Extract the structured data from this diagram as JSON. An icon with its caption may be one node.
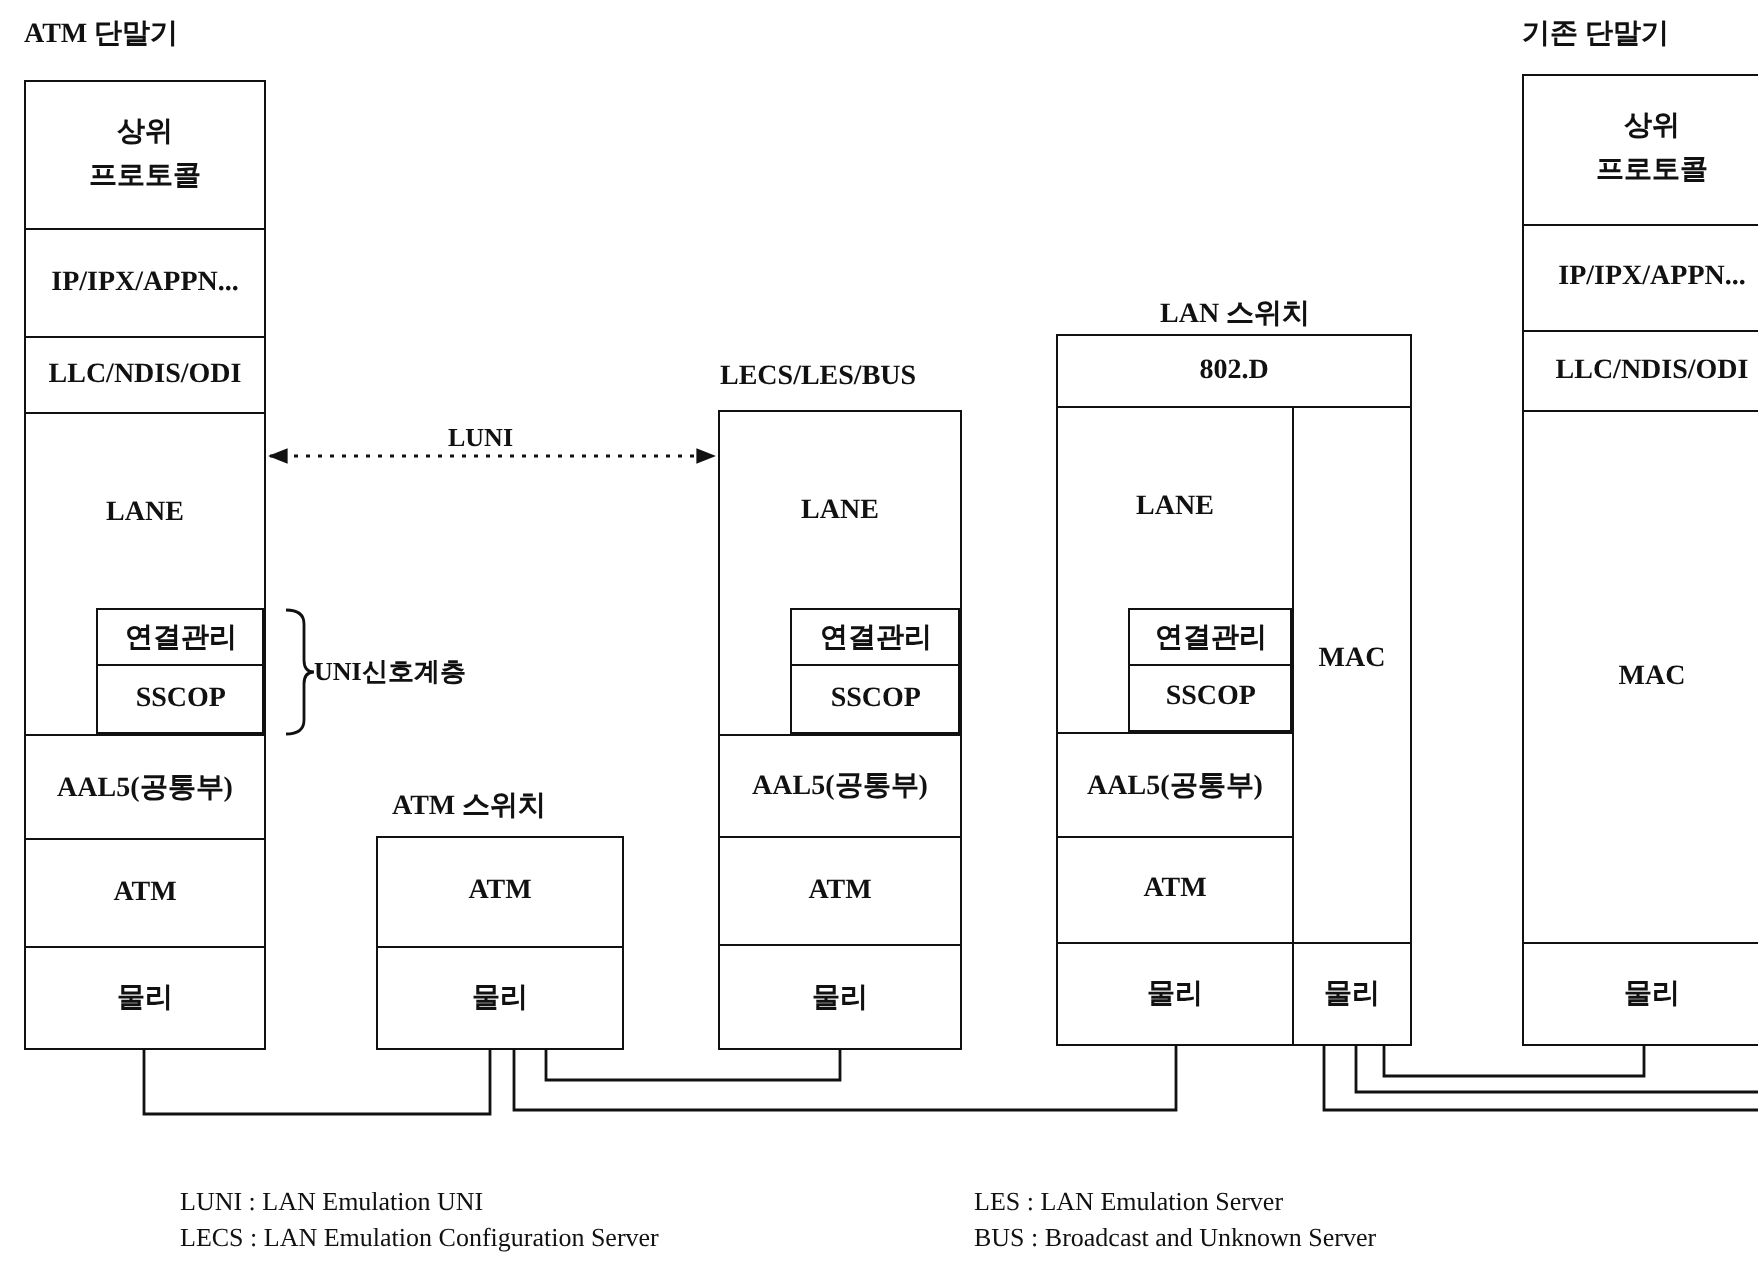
{
  "diagram": {
    "nodes": [
      {
        "text": [
          "상위 프로토콜"
        ]
      },
      {
        "text": [
          "IP/IPX/APPN..."
        ]
      },
      {
        "text": [
          "LLC/NDIS/ODI"
        ]
      },
      {
        "text": [
          "LANE"
        ]
      },
      {
        "text": [
          "연결관리"
        ],
        "in": 3
      },
      {
        "text": [
          "SSCOP"
        ],
        "in": 3
      },
      {
        "text": [
          "AAL5(공통부)"
        ]
      },
      {
        "text": [
          "ATM"
        ]
      },
      {
        "text": [
          "물리"
        ]
      },
      {
        "text": [
          "ATM"
        ]
      },
      {
        "text": [
          "물리"
        ]
      },
      {
        "text": [
          "LANE"
        ]
      },
      {
        "text": [
          "연결관리"
        ],
        "in": 11
      },
      {
        "text": [
          "SSCOP"
        ],
        "in": 11
      },
      {
        "text": [
          "AAL5(공통부)"
        ]
      },
      {
        "text": [
          "ATM"
        ]
      },
      {
        "text": [
          "물리"
        ]
      },
      {
        "text": [
          "802.D"
        ]
      },
      {
        "text": [
          "LANE"
        ]
      },
      {
        "text": [
          "연결관리"
        ],
        "in": 18
      },
      {
        "text": [
          "SSCOP"
        ],
        "in": 18
      },
      {
        "text": [
          "AAL5(공통부)"
        ]
      },
      {
        "text": [
          "ATM"
        ]
      },
      {
        "text": [
          "물리"
        ]
      },
      {
        "text": [
          "MAC"
        ]
      },
      {
        "text": [
          "물리"
        ]
      },
      {
        "text": [
          "상위 프로토콜"
        ]
      },
      {
        "text": [
          "IP/IPX/APPN..."
        ]
      },
      {
        "text": [
          "LLC/NDIS/ODI"
        ]
      },
      {
        "text": [
          "MAC"
        ]
      },
      {
        "text": [
          "물리"
        ]
      }
    ],
    "edges": [
      {
        "from": 3,
        "to": 11,
        "arrow": "both",
        "label": "LUNI",
        "style": "dashed"
      },
      {
        "from": 8,
        "to": 10,
        "arrow": "none"
      },
      {
        "from": 10,
        "to": 16,
        "arrow": "none"
      },
      {
        "from": 10,
        "to": 23,
        "arrow": "none"
      },
      {
        "from": 25,
        "to": 30,
        "arrow": "none"
      },
      {
        "from": 25,
        "to": null,
        "arrow": "none"
      },
      {
        "from": 25,
        "to": null,
        "arrow": "none"
      }
    ],
    "labels": [
      "ATM 단말기",
      "기존 단말기",
      "LAN 스위치",
      "LECS/LES/BUS",
      "UNI신호계층",
      "ATM 스위치",
      "LUNI : LAN Emulation UNI",
      "LES : LAN Emulation Server",
      "LECS : LAN Emulation Configuration Server",
      "BUS : Broadcast and Unknown Server"
    ]
  }
}
